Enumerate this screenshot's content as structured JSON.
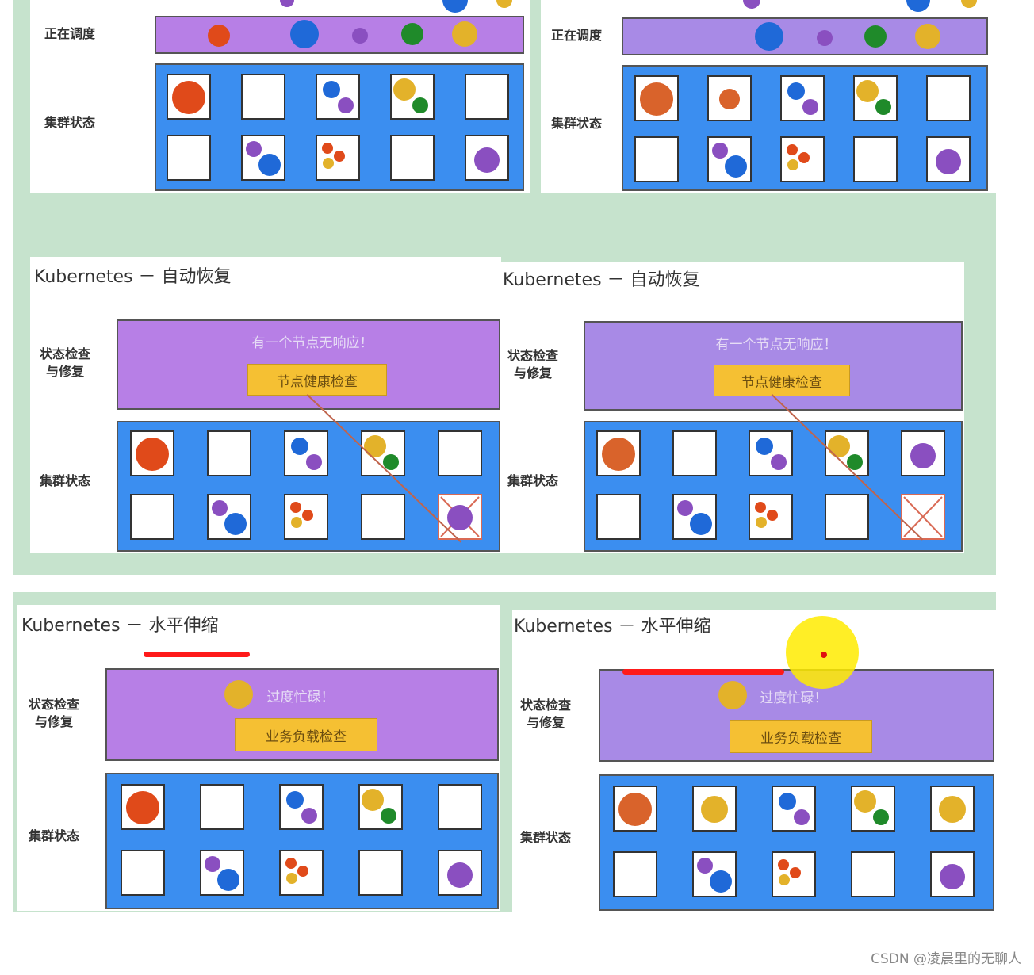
{
  "colors": {
    "green_bg": "#c6e3cd",
    "purple": "#b77fe6",
    "purple_dark": "#a88ae6",
    "blue": "#3b8ef0",
    "red_pod": "#e04a1a",
    "orange_pod": "#d9632b",
    "blue_pod": "#1f69d8",
    "purple_pod": "#8a4fc0",
    "green_pod": "#1f8a2a",
    "yellow_pod": "#e3b22a",
    "red_mark": "#ff1a1a"
  },
  "labels": {
    "scheduling": "正在调度",
    "cluster_state": "集群状态",
    "health_check_a": "状态检查",
    "health_check_b": "与修复"
  },
  "panels": {
    "autoheal_left": {
      "title": "Kubernetes － 自动恢复",
      "alert": "有一个节点无响应！",
      "button": "节点健康检查"
    },
    "autoheal_right": {
      "title": "Kubernetes － 自动恢复",
      "alert": "有一个节点无响应！",
      "button": "节点健康检查"
    },
    "scale_left": {
      "title": "Kubernetes － 水平伸缩",
      "alert": "过度忙碌！",
      "button": "业务负载检查"
    },
    "scale_right": {
      "title": "Kubernetes － 水平伸缩",
      "alert": "过度忙碌！",
      "button": "业务负载检查"
    }
  },
  "watermark": "CSDN @凌晨里的无聊人"
}
